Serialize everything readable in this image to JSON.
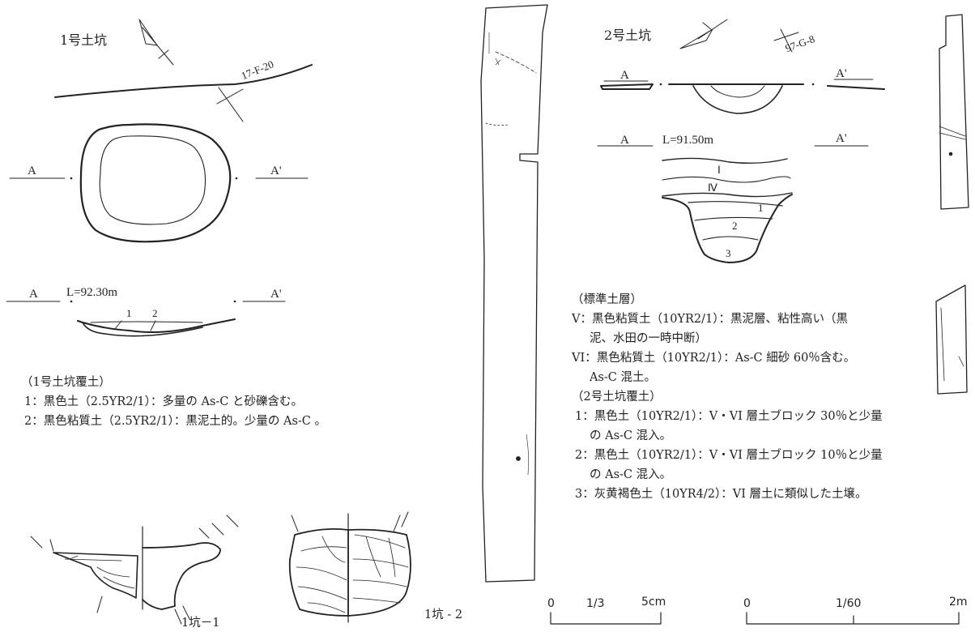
{
  "pit1": {
    "title": "1号土坑",
    "grid_ref": "17-F-20",
    "a_left": "A",
    "a_right": "A'",
    "a_left_section": "A",
    "a_right_section": "A'",
    "level": "L=92.30m",
    "layer_1": "1",
    "layer_2": "2",
    "legend_title": "（1号土坑覆土）",
    "legend": [
      "1：黒色土（2.5YR2/1）：多量の As-C と砂礫含む。",
      "2：黒色粘質土（2.5YR2/1）：黒泥土的。少量の As-C 。"
    ]
  },
  "pit2": {
    "title": "2号土坑",
    "grid_ref": "97-G-8",
    "a_left": "A",
    "a_right": "A'",
    "a_left_section": "A",
    "a_right_section": "A'",
    "level": "L=91.50m",
    "layer_I": "Ⅰ",
    "layer_IV": "Ⅳ",
    "layer_1": "1",
    "layer_2": "2",
    "layer_3": "3",
    "standard_title": "（標準土層）",
    "standard": [
      "V：黒色粘質土（10YR2/1）：黒泥層、粘性高い（黒",
      "泥、水田の一時中断）",
      "VI：黒色粘質土（10YR2/1）：As-C 細砂 60％含む。",
      "As-C 混土。"
    ],
    "fill_title": "（2号土坑覆土）",
    "fill": [
      "1：黒色土（10YR2/1）：V・VI 層土ブロック 30％と少量",
      "の As-C 混入。",
      "2：黒色土（10YR2/1）：V・VI 層土ブロック 10％と少量",
      "の As-C 混入。",
      "3：灰黄褐色土（10YR4/2）：VI 層土に類似した土壌。"
    ]
  },
  "artifacts": {
    "label_1": "1坑－1",
    "label_2": "1坑 - 2"
  },
  "scales": {
    "small": {
      "zero": "0",
      "ratio": "1/3",
      "end": "5cm"
    },
    "large": {
      "zero": "0",
      "ratio": "1/60",
      "end": "2m"
    }
  }
}
